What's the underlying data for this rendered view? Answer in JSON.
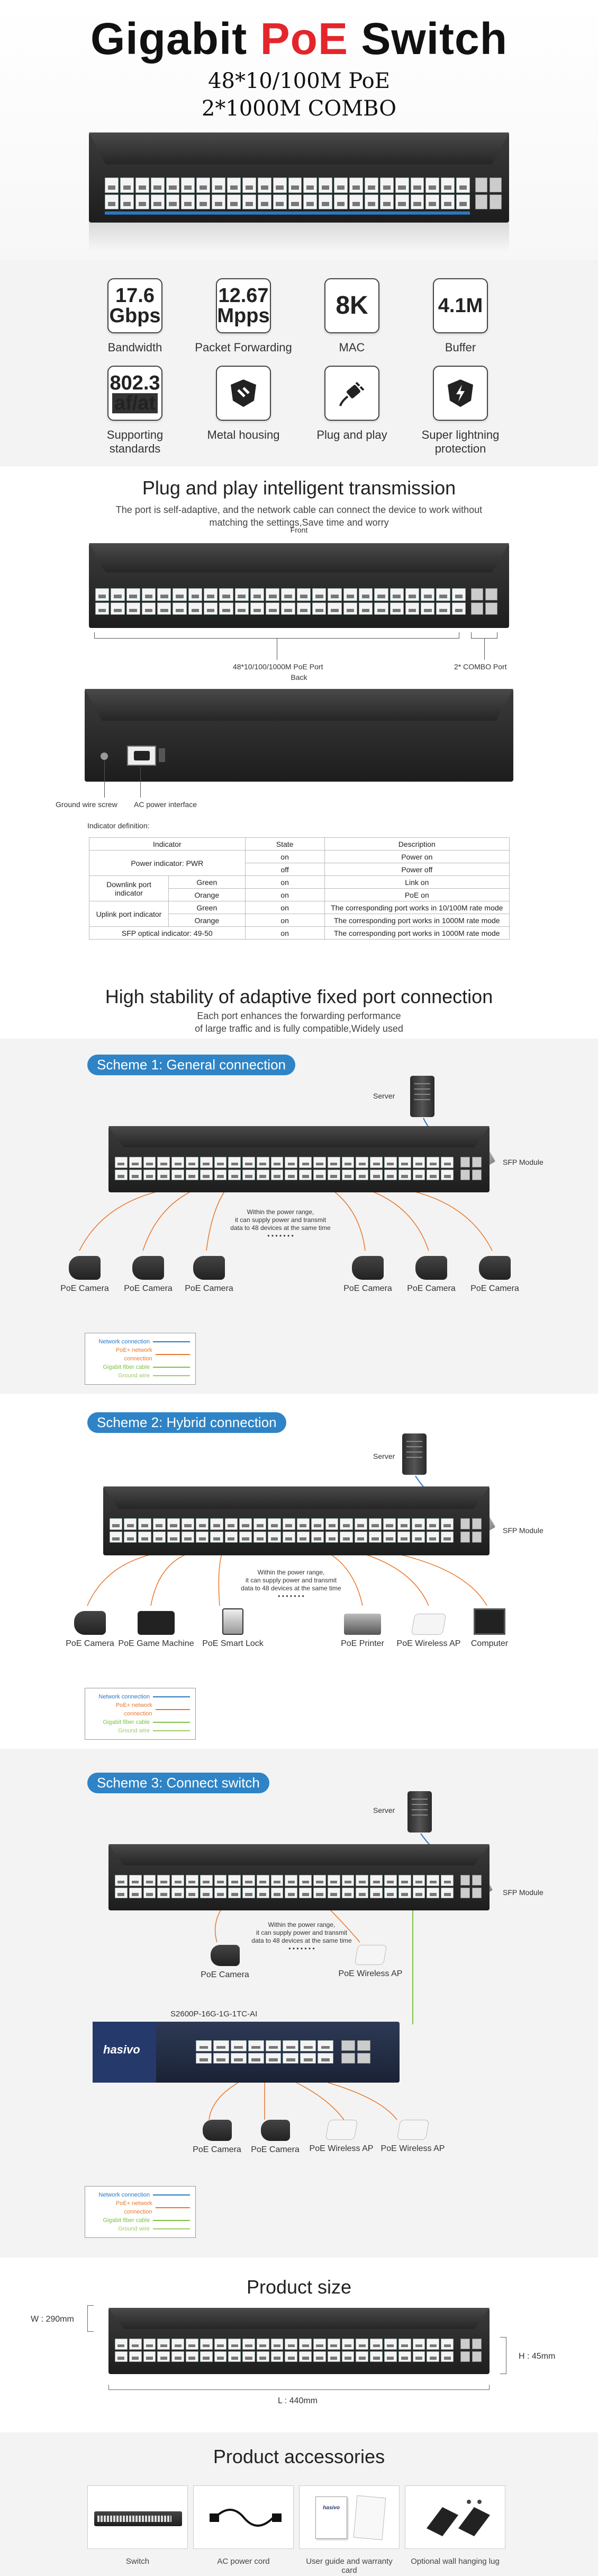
{
  "hero": {
    "title_pre": "Gigabit ",
    "title_accent": "PoE",
    "title_post": " Switch",
    "sub1": "48*10/100M  PoE",
    "sub2": "2*1000M COMBO"
  },
  "features": [
    {
      "value": "17.6\nGbps",
      "label": "Bandwidth"
    },
    {
      "value": "12.67\nMpps",
      "label": "Packet Forwarding"
    },
    {
      "value": "8K",
      "label": "MAC"
    },
    {
      "value": "4.1M",
      "label": "Buffer"
    },
    {
      "value": "802.3",
      "value2": "af/at",
      "label": "Supporting standards"
    },
    {
      "icon": "shield-housing-icon",
      "label": "Metal housing"
    },
    {
      "icon": "plug-icon",
      "label": "Plug and play"
    },
    {
      "icon": "lightning-shield-icon",
      "label": "Super lightning protection"
    }
  ],
  "plug": {
    "title": "Plug and play intelligent transmission",
    "desc": "The port is self-adaptive, and the network cable can connect the device to work without matching the settings,Save time and worry",
    "front": "Front",
    "poe_port": "48*10/100/1000M PoE Port",
    "combo_port": "2* COMBO Port",
    "back": "Back",
    "ground": "Ground wire screw",
    "ac": "AC power interface",
    "ind_def": "Indicator definition:"
  },
  "table": {
    "headers": [
      "Indicator",
      "State",
      "Description"
    ],
    "rows": [
      [
        "Power indicator:  PWR",
        "",
        "on",
        "Power on"
      ],
      [
        "",
        "",
        "off",
        "Power off"
      ],
      [
        "Downlink port indicator",
        "Green",
        "on",
        "Link on"
      ],
      [
        "",
        "Orange",
        "on",
        "PoE on"
      ],
      [
        "Uplink port indicator",
        "Green",
        "on",
        "The corresponding port works in 10/100M rate mode"
      ],
      [
        "",
        "Orange",
        "on",
        "The corresponding port works in 1000M rate mode"
      ],
      [
        "SFP optical indicator:  49-50",
        "",
        "on",
        "The corresponding port works in 1000M rate mode"
      ]
    ]
  },
  "stability": {
    "title": "High stability of adaptive fixed port connection",
    "desc": "Each port enhances the forwarding performance of large traffic and is fully compatible,Widely used"
  },
  "common": {
    "server": "Server",
    "sfp": "SFP Module",
    "note1": "Within the power range,",
    "note2": "it can supply power and transmit",
    "note3": "data to 48 devices at the same time",
    "dots": "• • • • • • •"
  },
  "legend": {
    "net": "Network connection",
    "poe": "PoE+ network connection",
    "fiber": "Gigabit fiber cable",
    "ground": "Ground wire"
  },
  "scheme1": {
    "title": "Scheme 1: General connection",
    "devices": [
      "PoE Camera",
      "PoE Camera",
      "PoE Camera",
      "PoE Camera",
      "PoE Camera",
      "PoE Camera"
    ]
  },
  "scheme2": {
    "title": "Scheme 2: Hybrid connection",
    "devices": [
      "PoE Camera",
      "PoE Game Machine",
      "PoE Smart Lock",
      "PoE Printer",
      "PoE Wireless AP",
      "Computer"
    ]
  },
  "scheme3": {
    "title": "Scheme 3: Connect switch",
    "upper": [
      "PoE Camera",
      "PoE Wireless AP"
    ],
    "model": "S2600P-16G-1G-1TC-AI",
    "brand": "hasivo",
    "lower": [
      "PoE Camera",
      "PoE Camera",
      "PoE Wireless AP",
      "PoE Wireless AP"
    ]
  },
  "size": {
    "title": "Product size",
    "w": "W : 290mm",
    "h": "H : 45mm",
    "l": "L : 440mm"
  },
  "accessories": {
    "title": "Product accessories",
    "items": [
      "Switch",
      "AC power cord",
      "User guide and warranty card",
      "Optional wall hanging lug"
    ],
    "card_brand": "hasivo"
  },
  "colors": {
    "accent": "#e4262b",
    "pill": "#2e84c6",
    "net": "#2a78c2",
    "poe": "#e8772a",
    "fiber": "#7cc243",
    "ground": "#9ccc65"
  }
}
